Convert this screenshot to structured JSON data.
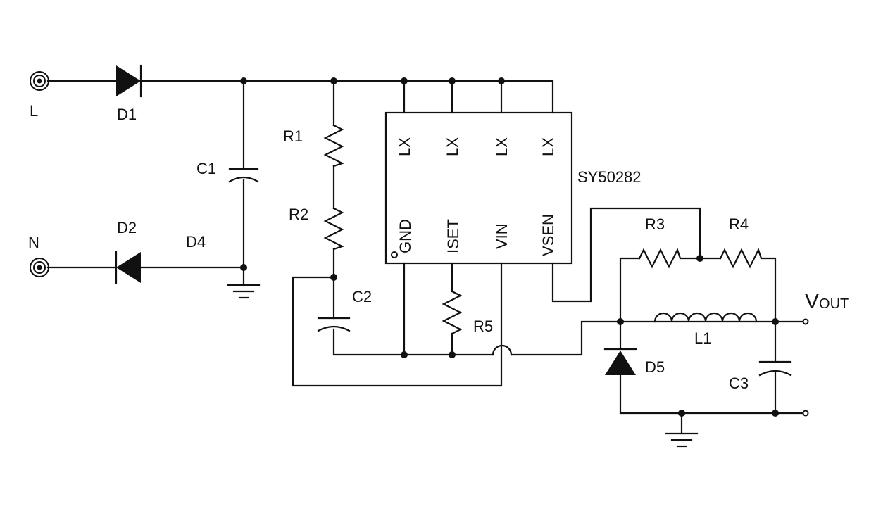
{
  "terminals": {
    "line": "L",
    "neutral": "N",
    "vout_main": "V",
    "vout_sub": "OUT"
  },
  "components": {
    "d1": "D1",
    "d2": "D2",
    "d4": "D4",
    "d5": "D5",
    "c1": "C1",
    "c2": "C2",
    "c3": "C3",
    "r1": "R1",
    "r2": "R2",
    "r3": "R3",
    "r4": "R4",
    "r5": "R5",
    "l1": "L1"
  },
  "ic": {
    "part_number": "SY50282",
    "pins_top": [
      "LX",
      "LX",
      "LX",
      "LX"
    ],
    "pins_bottom": [
      "GND",
      "ISET",
      "VIN",
      "VSEN"
    ]
  }
}
